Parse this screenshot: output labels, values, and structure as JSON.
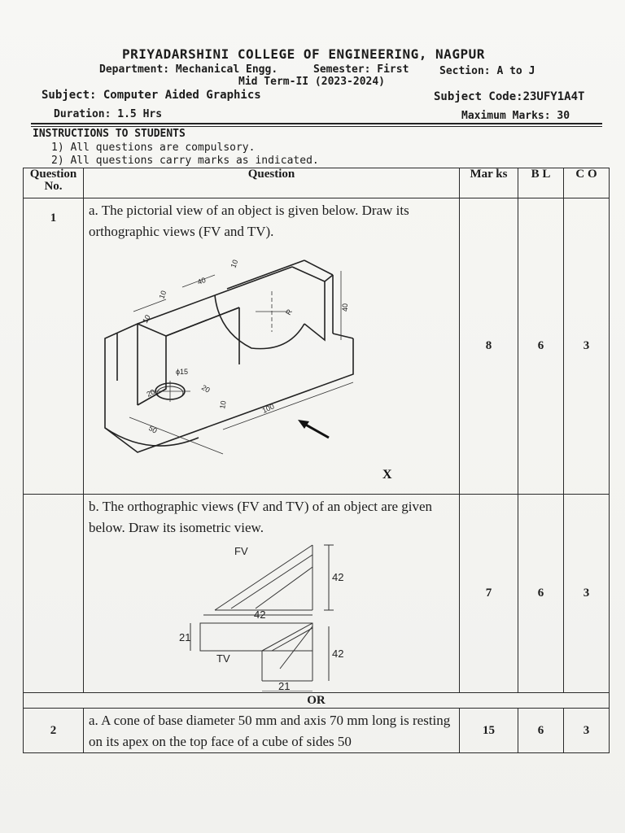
{
  "header": {
    "college": "PRIYADARSHINI COLLEGE OF ENGINEERING, NAGPUR",
    "department": "Department: Mechanical Engg.",
    "semester": "Semester: First",
    "section": "Section: A to J",
    "exam": "Mid Term-II (2023-2024)",
    "subject": "Subject: Computer Aided Graphics",
    "subject_code": "Subject Code:23UFY1A4T",
    "duration": "Duration: 1.5 Hrs",
    "max_marks": "Maximum Marks: 30"
  },
  "instructions": {
    "title": "INSTRUCTIONS TO STUDENTS",
    "items": [
      "1) All questions are compulsory.",
      "2) All questions carry marks as indicated."
    ]
  },
  "table": {
    "columns": [
      "Question No.",
      "Question",
      "Mar ks",
      "B L",
      "C O"
    ],
    "rows": [
      {
        "qno": "1",
        "text": "a. The pictorial view of an object is given below. Draw its orthographic views (FV and TV).",
        "marks": "8",
        "bl": "6",
        "co": "3",
        "figure_labels": {
          "d10a": "10",
          "d40a": "40",
          "d10b": "10",
          "d10c": "10",
          "r": "R",
          "d40b": "40",
          "phi15": "ϕ15",
          "d20a": "20",
          "d20b": "20",
          "d10d": "10",
          "d100": "100",
          "d50": "50",
          "x": "X"
        }
      },
      {
        "qno": "",
        "text": "b. The orthographic views (FV and TV) of an object are given below. Draw its isometric view.",
        "marks": "7",
        "bl": "6",
        "co": "3",
        "figure_labels": {
          "fv": "FV",
          "tv": "TV",
          "d42a": "42",
          "d42b": "42",
          "d21a": "21",
          "d42c": "42",
          "d21b": "21"
        }
      }
    ],
    "or_label": "OR",
    "row2": {
      "qno": "2",
      "text": "a. A cone of base diameter 50 mm and axis 70 mm long is resting on its apex on the top face of a cube of sides 50",
      "marks": "15",
      "bl": "6",
      "co": "3"
    }
  }
}
